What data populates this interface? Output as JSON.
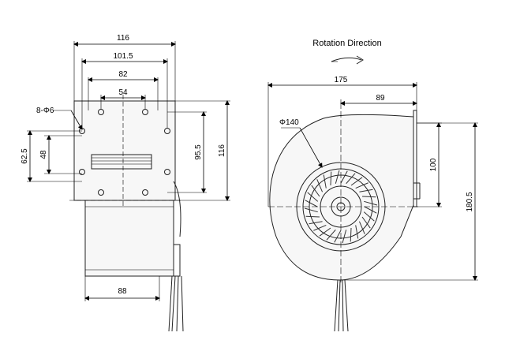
{
  "side_view": {
    "dims": {
      "w116": "116",
      "w101_5": "101.5",
      "w82": "82",
      "w54": "54",
      "holes": "8-Φ6",
      "h62_5": "62.5",
      "h48": "48",
      "h95_5": "95.5",
      "h116": "116",
      "w88": "88"
    }
  },
  "front_view": {
    "title": "Rotation Direction",
    "dims": {
      "w175": "175",
      "w89": "89",
      "d140": "Φ140",
      "h100": "100",
      "h180_5": "180.5"
    }
  }
}
